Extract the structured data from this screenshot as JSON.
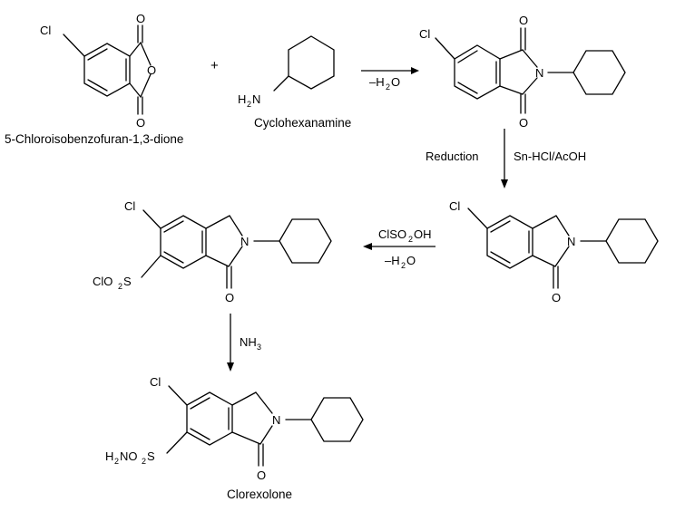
{
  "reaction_scheme": {
    "compounds": {
      "anhydride": {
        "name": "5-Chloroisobenzofuran-1,3-dione",
        "atom_labels": {
          "cl": "Cl",
          "o_top": "O",
          "o_ring": "O",
          "o_bottom": "O"
        }
      },
      "amine": {
        "name": "Cyclohexanamine",
        "atom_labels": {
          "h": "H",
          "h_sub": "2",
          "n": "N"
        }
      },
      "imide": {
        "atom_labels": {
          "cl": "Cl",
          "o_top": "O",
          "n": "N",
          "o_bottom": "O"
        }
      },
      "lactam": {
        "atom_labels": {
          "cl": "Cl",
          "n": "N",
          "o": "O"
        }
      },
      "sulfonyl_chloride": {
        "atom_labels": {
          "cl": "Cl",
          "n": "N",
          "o": "O",
          "so2cl_a": "ClO",
          "so2cl_sub": "2",
          "so2cl_b": "S"
        }
      },
      "clorexolone": {
        "name": "Clorexolone",
        "atom_labels": {
          "cl": "Cl",
          "n": "N",
          "o": "O",
          "sulf_a": "H",
          "sulf_sub1": "2",
          "sulf_b": "NO",
          "sulf_sub2": "2",
          "sulf_c": "S"
        }
      }
    },
    "plus_sign": "+",
    "steps": {
      "step1": {
        "condition_a": "–H",
        "condition_sub": "2",
        "condition_b": "O"
      },
      "step2": {
        "condition_left": "Reduction",
        "condition_right": "Sn-HCl/AcOH"
      },
      "step3": {
        "reagent_a": "ClSO",
        "reagent_sub": "2",
        "reagent_b": "OH",
        "condition_a": "–H",
        "condition_sub": "2",
        "condition_b": "O"
      },
      "step4": {
        "reagent_a": "NH",
        "reagent_sub": "3"
      }
    }
  }
}
